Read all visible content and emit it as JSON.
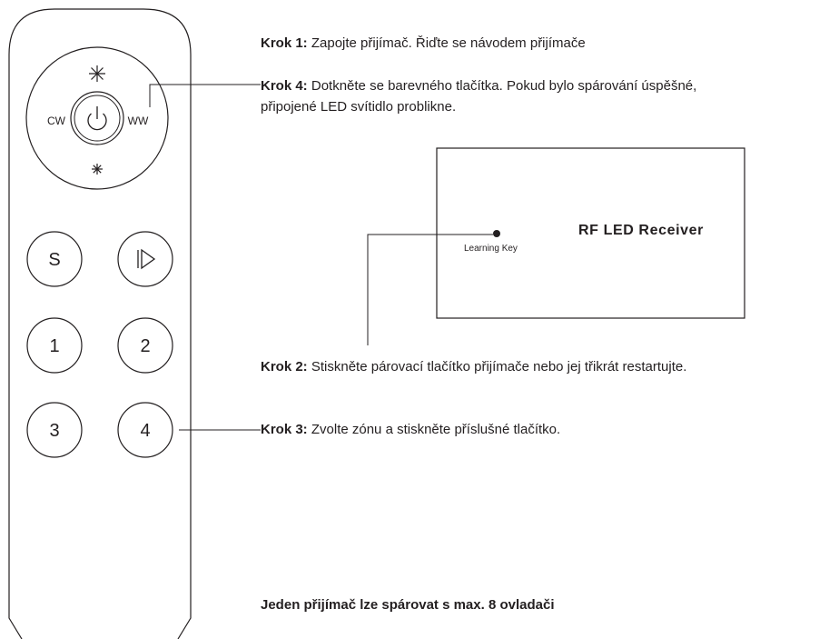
{
  "remote": {
    "cw_label": "CW",
    "ww_label": "WW",
    "buttons": {
      "s": "S",
      "b1": "1",
      "b2": "2",
      "b3": "3",
      "b4": "4"
    }
  },
  "steps": {
    "step1": {
      "label": "Krok 1:",
      "text": "Zapojte přijímač. Řiďte se návodem přijímače"
    },
    "step4": {
      "label": "Krok 4:",
      "text": "Dotkněte se barevného tlačítka. Pokud bylo spárování úspěšné,",
      "text2": "připojené LED svítidlo problikne."
    },
    "step2": {
      "label": "Krok 2:",
      "text": "Stiskněte párovací tlačítko přijímače nebo jej třikrát restartujte."
    },
    "step3": {
      "label": "Krok 3:",
      "text": "Zvolte zónu a stiskněte příslušné tlačítko."
    }
  },
  "receiver": {
    "title": "RF LED Receiver",
    "learning_key_label": "Learning Key"
  },
  "footer_note": "Jeden přijímač lze spárovat s max. 8 ovladači"
}
